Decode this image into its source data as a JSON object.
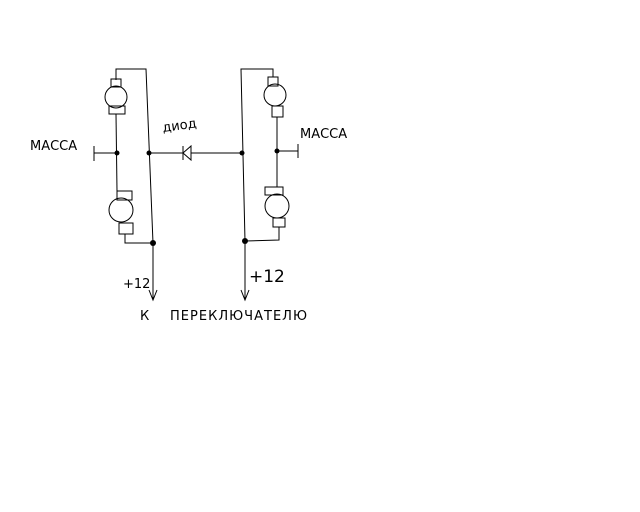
{
  "labels": {
    "ground_left": "МАССА",
    "ground_right": "МАССА",
    "diode": "диод",
    "plus_left": "+12",
    "plus_right": "+12",
    "to": "К",
    "switch": "ПЕРЕКЛЮЧАТЕЛЮ"
  },
  "colors": {
    "line": "#000000",
    "background": "#ffffff"
  }
}
